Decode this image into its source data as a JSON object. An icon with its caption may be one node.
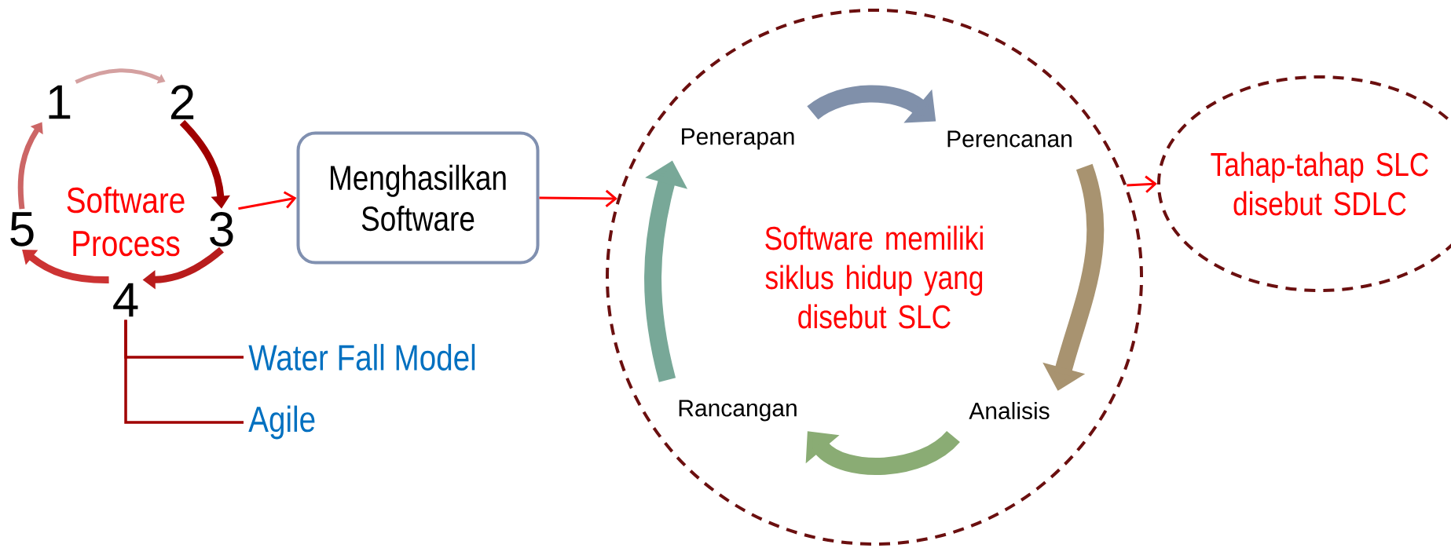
{
  "diagram": {
    "nodes": [
      {
        "text": [
          "1"
        ]
      },
      {
        "text": [
          "2"
        ]
      },
      {
        "text": [
          "3"
        ]
      },
      {
        "text": [
          "4"
        ]
      },
      {
        "text": [
          "5"
        ]
      },
      {
        "text": [
          "Menghasilkan Software"
        ]
      },
      {
        "text": [
          "Software memiliki siklus hidup yang disebut SLC"
        ]
      },
      {
        "text": [
          "Penerapan"
        ],
        "in": 6
      },
      {
        "text": [
          "Perencanan"
        ],
        "in": 6
      },
      {
        "text": [
          "Rancangan"
        ],
        "in": 6
      },
      {
        "text": [
          "Analisis"
        ],
        "in": 6
      },
      {
        "text": [
          "Tahap-tahap SLC disebut SDLC"
        ]
      },
      {
        "text": [
          "Water Fall Model"
        ]
      },
      {
        "text": [
          "Agile"
        ]
      }
    ],
    "edges": [
      {
        "from": 0,
        "to": 1,
        "arrow": "to",
        "color": "#d4a0a0"
      },
      {
        "from": 1,
        "to": 2,
        "arrow": "to",
        "color": "#a00000"
      },
      {
        "from": 2,
        "to": 3,
        "arrow": "to",
        "color": "#b81c1c"
      },
      {
        "from": 3,
        "to": 4,
        "arrow": "to",
        "color": "#cc3333"
      },
      {
        "from": 4,
        "to": 0,
        "arrow": "to",
        "color": "#cc6666"
      },
      {
        "from": 2,
        "to": 5,
        "arrow": "to",
        "color": "#ff0000"
      },
      {
        "from": 3,
        "to": 12,
        "arrow": "none",
        "color": "#a00000"
      },
      {
        "from": 3,
        "to": 13,
        "arrow": "none",
        "color": "#a00000"
      },
      {
        "from": 5,
        "to": 6,
        "arrow": "to",
        "color": "#ff0000"
      },
      {
        "from": 6,
        "to": 11,
        "arrow": "to",
        "color": "#ff0000"
      },
      {
        "from": 7,
        "to": 8,
        "arrow": "to",
        "style": "thick",
        "color": "#8090aa"
      },
      {
        "from": 8,
        "to": 10,
        "arrow": "to",
        "style": "thick",
        "color": "#a89370"
      },
      {
        "from": 10,
        "to": 9,
        "arrow": "to",
        "style": "thick",
        "color": "#8aac74"
      },
      {
        "from": 9,
        "to": 7,
        "arrow": "to",
        "style": "thick",
        "color": "#78a898"
      }
    ],
    "labels": [
      "Software Process"
    ]
  }
}
